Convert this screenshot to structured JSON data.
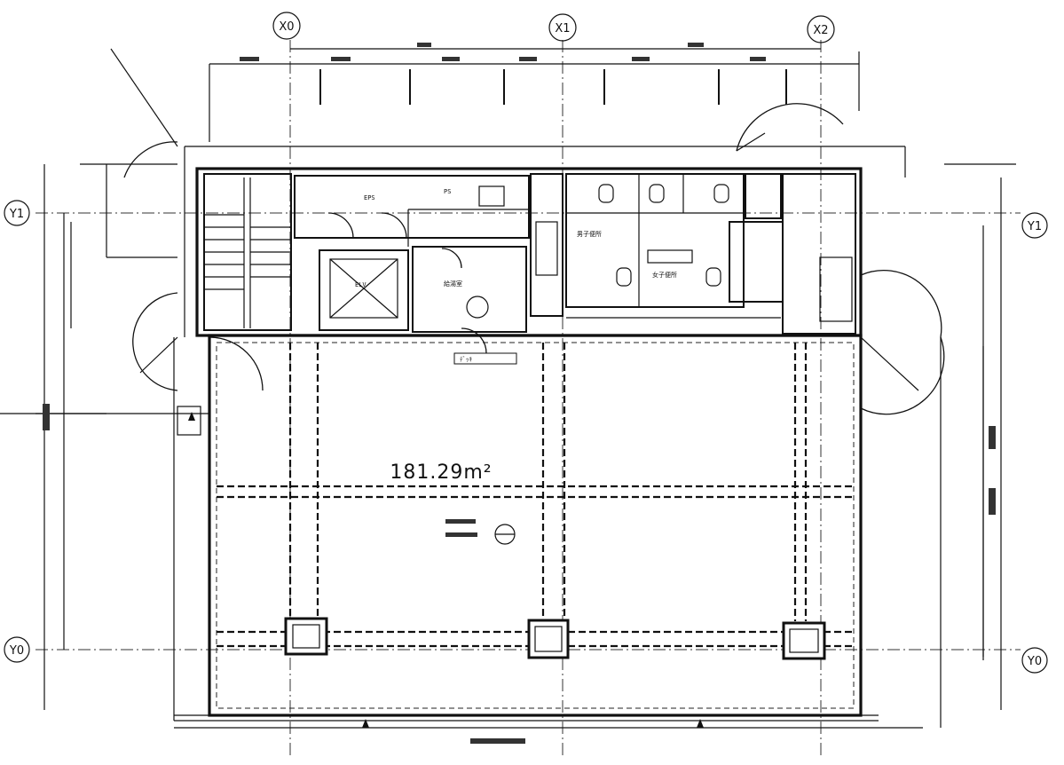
{
  "floor_area": "181.29m²",
  "grid": {
    "x": [
      "X0",
      "X1",
      "X2"
    ],
    "y_left": [
      "Y1",
      "Y0"
    ],
    "y_right": [
      "Y1",
      "Y0"
    ]
  }
}
